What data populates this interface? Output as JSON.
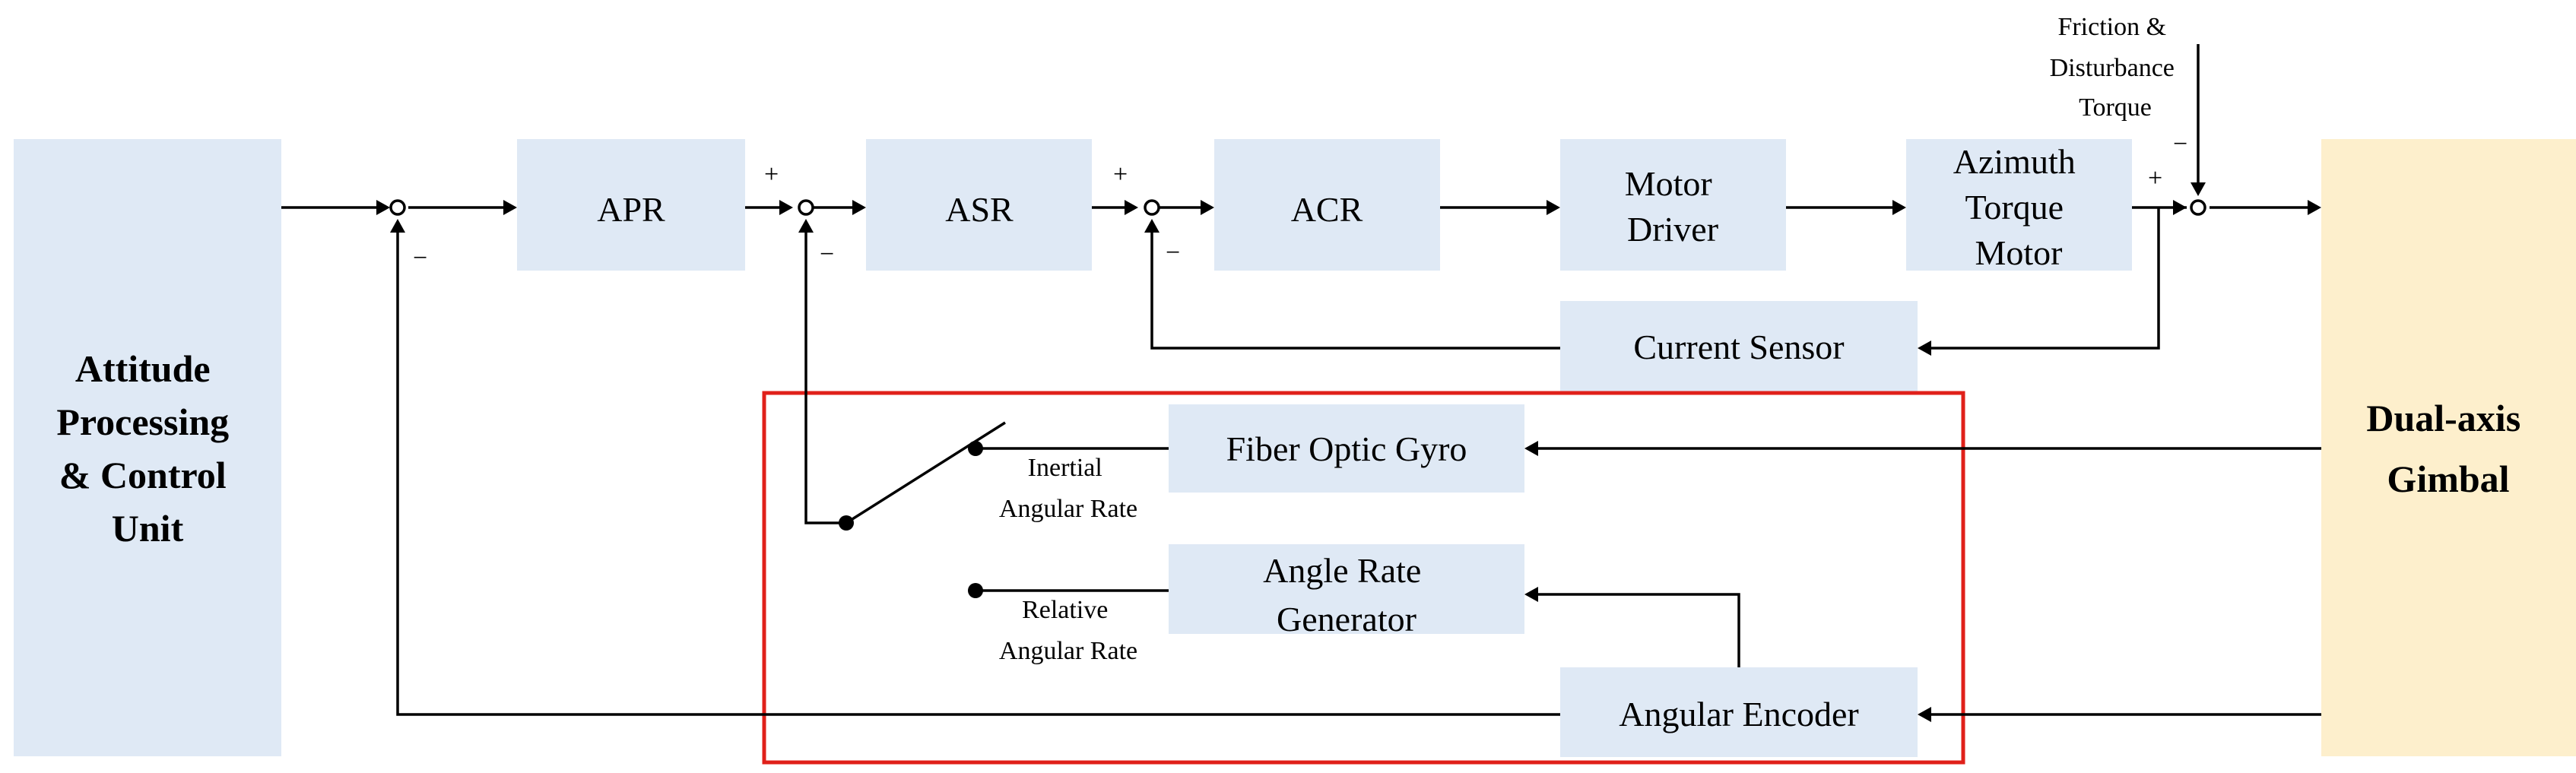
{
  "blocks": {
    "apcu": [
      "Attitude",
      "Processing",
      "& Control",
      "Unit"
    ],
    "gimbal": [
      "Dual-axis",
      "Gimbal"
    ],
    "apr": "APR",
    "asr": "ASR",
    "acr": "ACR",
    "motor_driver": [
      "Motor",
      "Driver"
    ],
    "azimuth_motor": [
      "Azimuth",
      "Torque",
      "Motor"
    ],
    "current_sensor": "Current Sensor",
    "fog": "Fiber Optic Gyro",
    "arg": [
      "Angle Rate",
      "Generator"
    ],
    "encoder": "Angular Encoder"
  },
  "labels": {
    "disturbance": [
      "Friction &",
      "Disturbance",
      "Torque"
    ],
    "inertial_rate": [
      "Inertial",
      "Angular Rate"
    ],
    "relative_rate": [
      "Relative",
      "Angular Rate"
    ]
  },
  "signs": {
    "s1_minus": "−",
    "s2_plus": "+",
    "s2_minus": "−",
    "s3_plus": "+",
    "s3_minus": "−",
    "s4_plus": "+",
    "s4_minus": "−"
  },
  "colors": {
    "block_fill": "#dfe9f5",
    "gimbal_fill": "#fdefcc",
    "highlight_box": "#e0201a"
  }
}
